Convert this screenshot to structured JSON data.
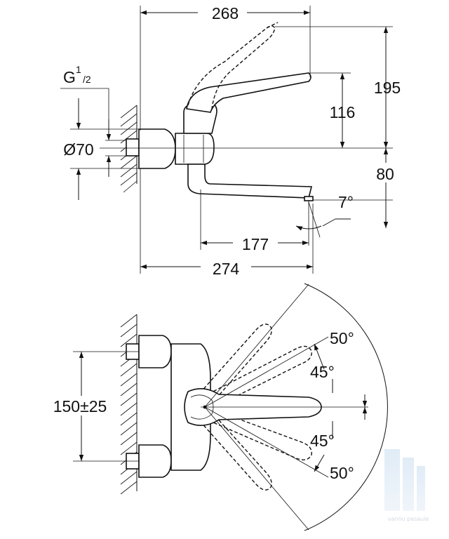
{
  "side_view": {
    "dims": {
      "overall_width": "268",
      "height_raised": "195",
      "height_lever": "116",
      "spout_drop": "80",
      "spout_angle": "7°",
      "spout_reach": "177",
      "total_depth": "274",
      "thread": {
        "base": "G",
        "sup": "1",
        "sub": "/2"
      },
      "diameter": "Ø70"
    }
  },
  "top_view": {
    "dims": {
      "spacing": "150±25",
      "angle_upper_outer": "50°",
      "angle_upper_inner": "45°",
      "angle_lower_inner": "45°",
      "angle_lower_outer": "50°"
    }
  },
  "watermark": {
    "text": "vannu pasaule"
  }
}
